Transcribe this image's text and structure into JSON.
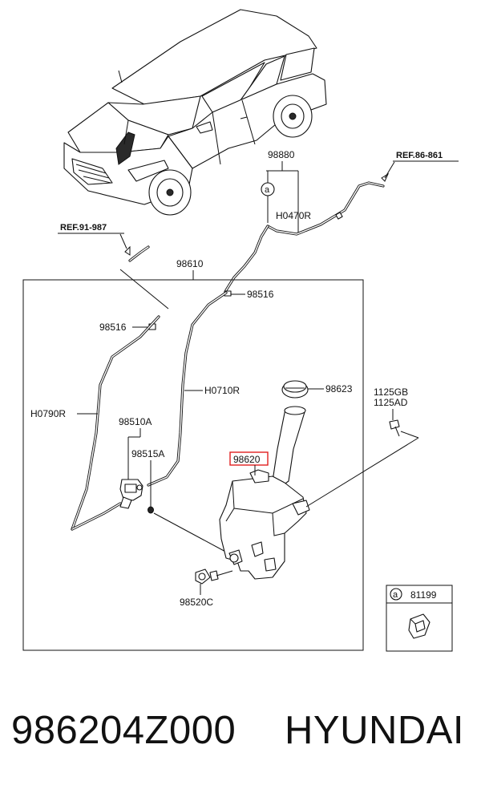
{
  "diagram": {
    "labels": {
      "ref_left": "REF.91-987",
      "ref_right": "REF.86-861",
      "p98880": "98880",
      "pH0470R": "H0470R",
      "p98610": "98610",
      "p98516_top": "98516",
      "p98516_left": "98516",
      "pH0710R": "H0710R",
      "pH0790R": "H0790R",
      "p98623": "98623",
      "p1125GB": "1125GB",
      "p1125AD": "1125AD",
      "p98510A": "98510A",
      "p98515A": "98515A",
      "p98620": "98620",
      "p98520C": "98520C",
      "circle_a": "a",
      "legend_a": "a",
      "legend_part": "81199"
    },
    "colors": {
      "highlight": "#e02020",
      "line": "#111111"
    },
    "icons": [
      "car-illustration",
      "washer-reservoir-icon",
      "washer-cap-icon",
      "washer-pump-icon",
      "bolt-icon",
      "clip-icon",
      "grommet-icon",
      "hose-icon"
    ]
  },
  "footer": {
    "part_number": "986204Z000",
    "brand": "HYUNDAI"
  }
}
